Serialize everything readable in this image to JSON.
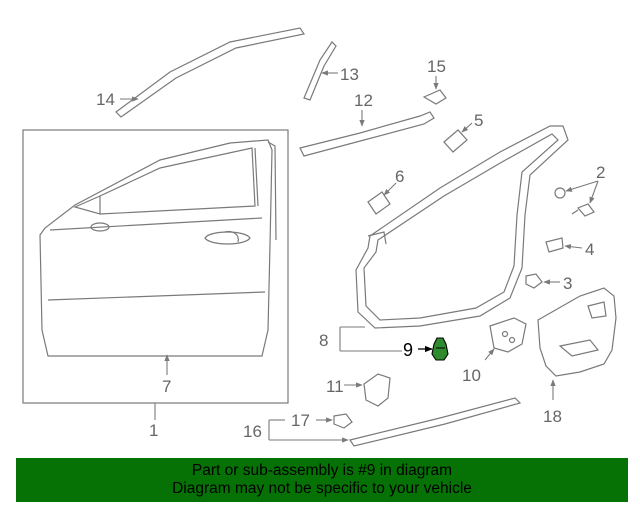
{
  "callouts": {
    "c1": "1",
    "c2": "2",
    "c3": "3",
    "c4": "4",
    "c5": "5",
    "c6": "6",
    "c7": "7",
    "c8": "8",
    "c9": "9",
    "c10": "10",
    "c11": "11",
    "c12": "12",
    "c13": "13",
    "c14": "14",
    "c15": "15",
    "c16": "16",
    "c17": "17",
    "c18": "18"
  },
  "highlight_part": "9",
  "banner": {
    "line1": "Part or sub-assembly is #9 in diagram",
    "line2": "Diagram may not be specific to your vehicle",
    "color": "#067206"
  }
}
